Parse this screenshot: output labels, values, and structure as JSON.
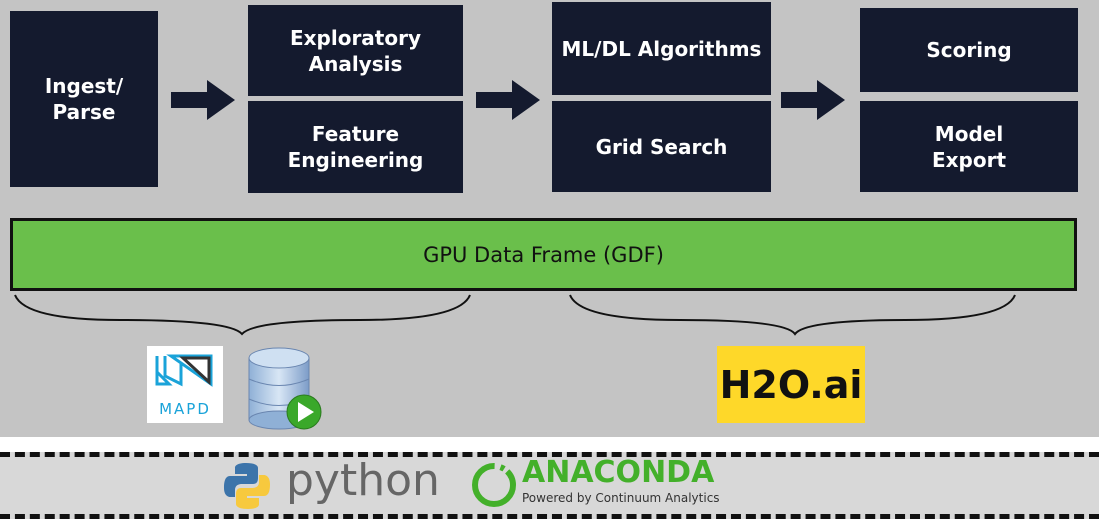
{
  "stages": {
    "ingest": "Ingest/ Parse",
    "exploratory": "Exploratory Analysis",
    "feature": "Feature Engineering",
    "ml": "ML/DL Algorithms",
    "grid": "Grid Search",
    "scoring": "Scoring",
    "export": "Model Export"
  },
  "gdf_label": "GPU Data Frame (GDF)",
  "logos": {
    "mapd": "MAPD",
    "h2o": "H2O.ai",
    "python": "python",
    "anaconda": "ANACONDA",
    "anaconda_sub": "Powered by Continuum Analytics"
  },
  "colors": {
    "box": "#141a2e",
    "gdf": "#6abf4b",
    "anaconda": "#43b02a",
    "h2o_bg": "#fed829"
  }
}
